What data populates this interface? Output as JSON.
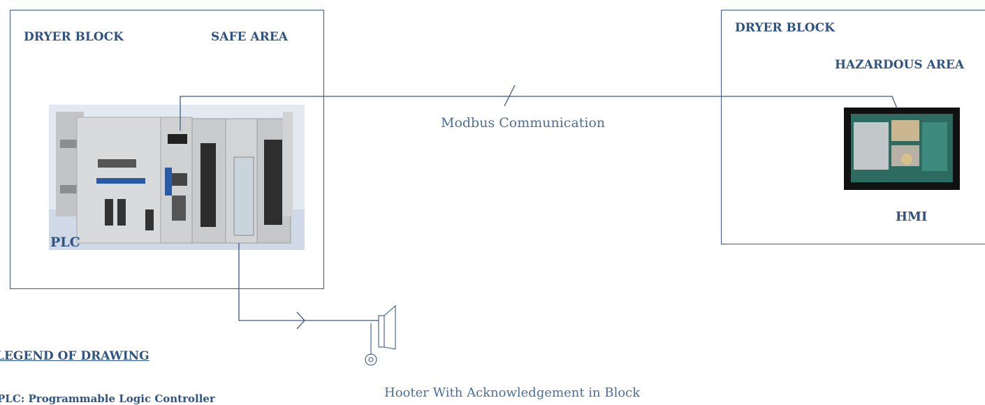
{
  "left_block": {
    "title": "DRYER BLOCK",
    "area": "SAFE AREA",
    "device_label": "PLC"
  },
  "right_block": {
    "title": "DRYER BLOCK",
    "area": "HAZARDOUS AREA",
    "device_label": "HMI"
  },
  "link": {
    "label": "Modbus Communication"
  },
  "hooter": {
    "label": "Hooter With Acknowledgement in Block"
  },
  "legend": {
    "title": "LEGEND OF DRAWING",
    "items": [
      "PLC: Programmable Logic Controller"
    ]
  },
  "colors": {
    "text": "#2f5382",
    "line": "#3b5b86"
  },
  "icons": {
    "plc": "plc-rack-image",
    "hmi": "hmi-touch-panel-image",
    "hooter": "horn-speaker-icon"
  }
}
